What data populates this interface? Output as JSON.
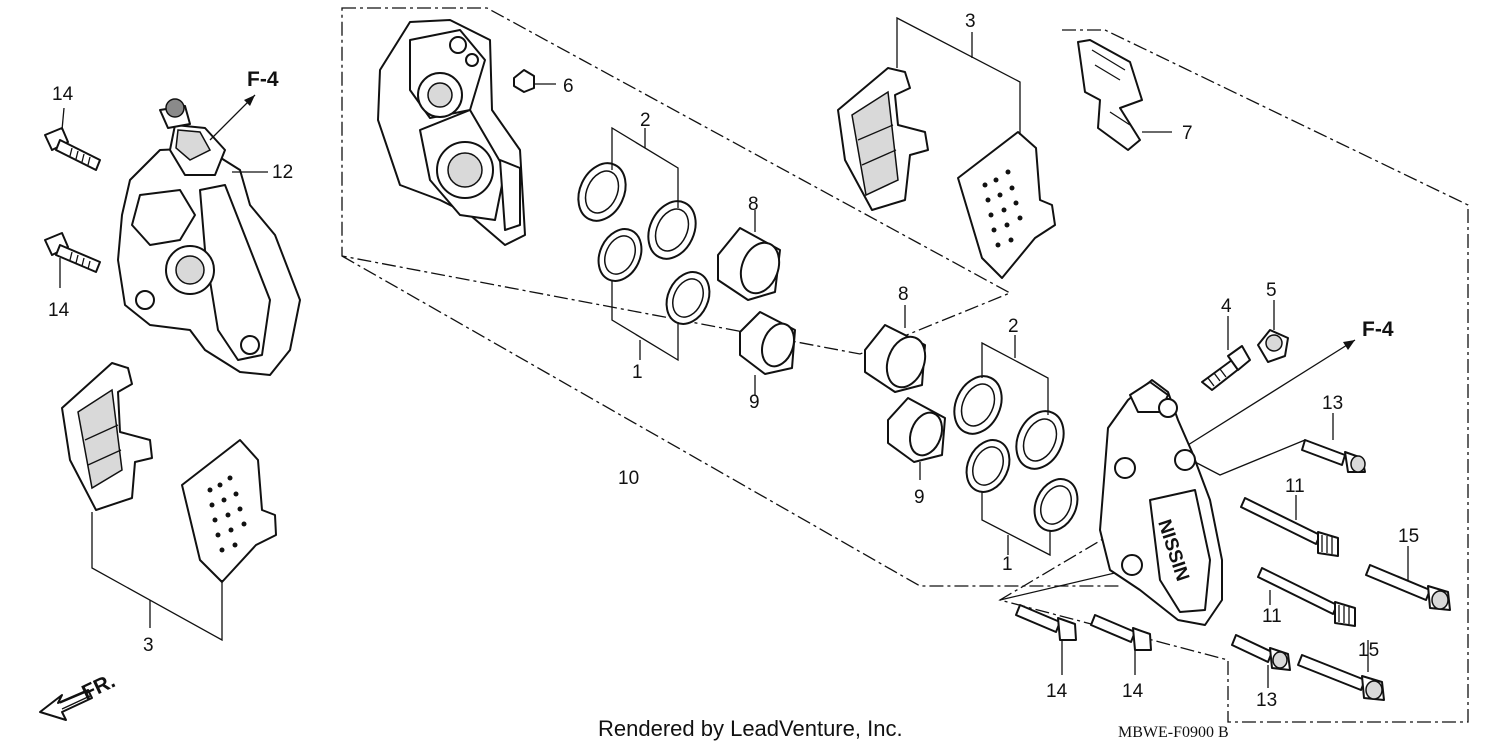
{
  "callouts": [
    {
      "id": "c14a",
      "text": "14"
    },
    {
      "id": "c14b",
      "text": "14"
    },
    {
      "id": "c12",
      "text": "12"
    },
    {
      "id": "c3a",
      "text": "3"
    },
    {
      "id": "c6",
      "text": "6"
    },
    {
      "id": "c2a",
      "text": "2"
    },
    {
      "id": "c8a",
      "text": "8"
    },
    {
      "id": "c1a",
      "text": "1"
    },
    {
      "id": "c9a",
      "text": "9"
    },
    {
      "id": "c10",
      "text": "10"
    },
    {
      "id": "c3b",
      "text": "3"
    },
    {
      "id": "c7",
      "text": "7"
    },
    {
      "id": "c4",
      "text": "4"
    },
    {
      "id": "c5",
      "text": "5"
    },
    {
      "id": "c8b",
      "text": "8"
    },
    {
      "id": "c2b",
      "text": "2"
    },
    {
      "id": "c9b",
      "text": "9"
    },
    {
      "id": "c1b",
      "text": "1"
    },
    {
      "id": "c13a",
      "text": "13"
    },
    {
      "id": "c11a",
      "text": "11"
    },
    {
      "id": "c15a",
      "text": "15"
    },
    {
      "id": "c11b",
      "text": "11"
    },
    {
      "id": "c15b",
      "text": "15"
    },
    {
      "id": "c13b",
      "text": "13"
    },
    {
      "id": "c14c",
      "text": "14"
    },
    {
      "id": "c14d",
      "text": "14"
    }
  ],
  "markers": {
    "f4_left": "F-4",
    "f4_right": "F-4",
    "front": "FR.",
    "brand_stamp": "NISSIN"
  },
  "footer": {
    "credit": "Rendered by LeadVenture, Inc.",
    "code": "MBWE-F0900 B"
  }
}
